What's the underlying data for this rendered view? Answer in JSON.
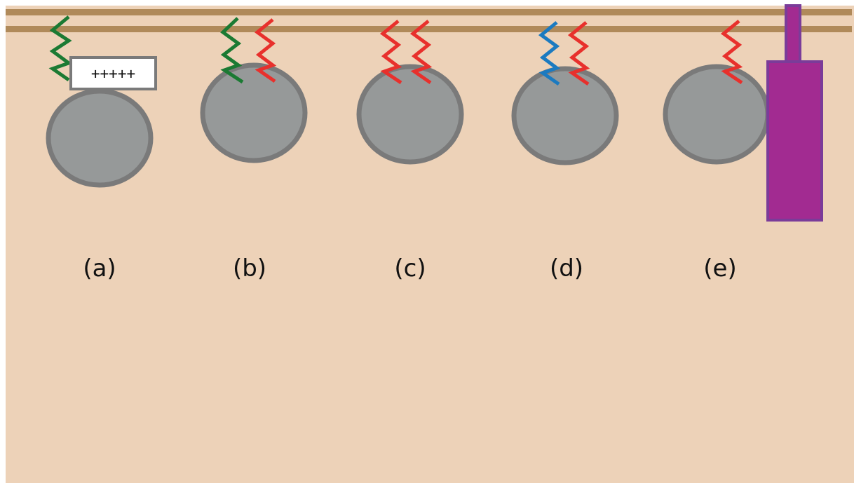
{
  "colors": {
    "background": "#EDD2B8",
    "membrane": "#B08A5A",
    "vesicle_fill": "#969999",
    "vesicle_stroke": "#7A7A7A",
    "green_strand": "#1B7A33",
    "red_strand": "#E8302C",
    "blue_strand": "#1B7AC0",
    "purple_rod_fill": "#A22B91",
    "purple_rod_stroke": "#7A3C99"
  },
  "panels": [
    {
      "label": "(a)",
      "strands": [
        "green"
      ],
      "charge_box": "+++++"
    },
    {
      "label": "(b)",
      "strands": [
        "green",
        "red"
      ]
    },
    {
      "label": "(c)",
      "strands": [
        "red",
        "red"
      ]
    },
    {
      "label": "(d)",
      "strands": [
        "blue",
        "red"
      ]
    },
    {
      "label": "(e)",
      "strands": [
        "red"
      ],
      "rod": true
    }
  ]
}
